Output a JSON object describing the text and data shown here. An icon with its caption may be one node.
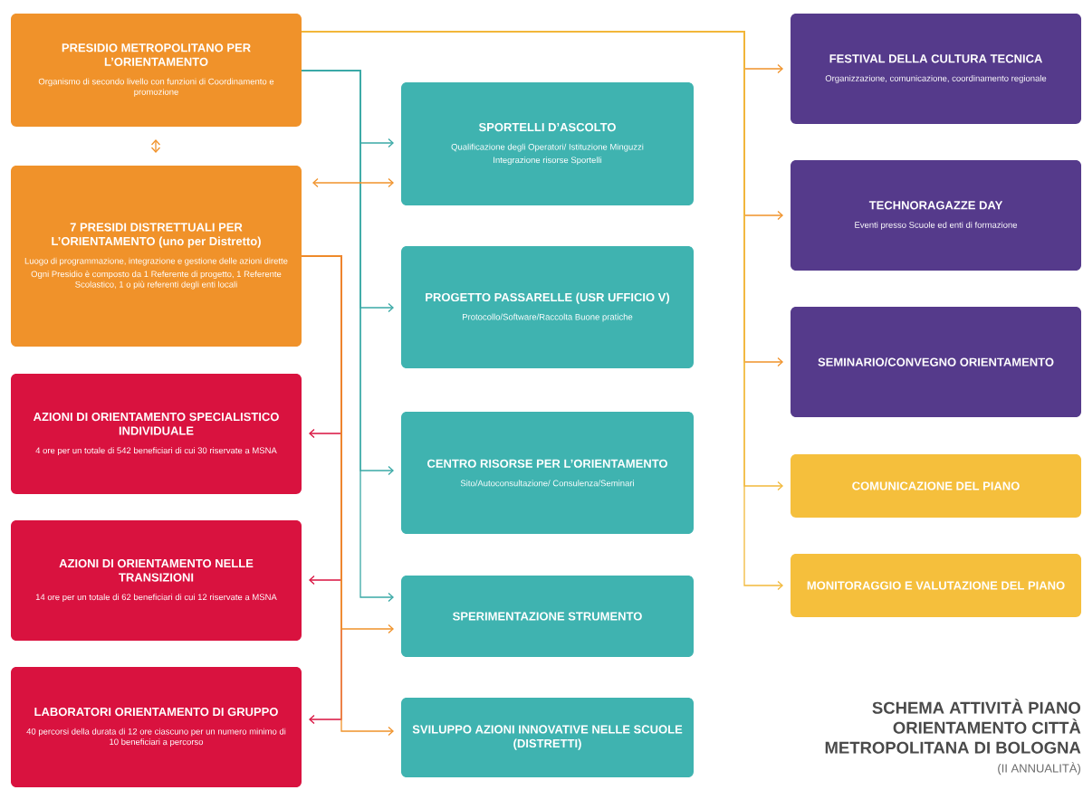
{
  "diagram": {
    "title": "SCHEMA ATTIVITÀ PIANO ORIENTAMENTO CITTÀ METROPOLITANA DI BOLOGNA",
    "nodes": [
      {
        "text": [
          "PRESIDIO METROPOLITANO PER L’ORIENTAMENTO",
          "Organismo di secondo livello con funzioni di Coordinamento e promozione"
        ]
      },
      {
        "text": [
          "7 PRESIDI DISTRETTUALI PER L’ORIENTAMENTO (uno per Distretto)",
          "Luogo di programmazione, integrazione e gestione delle azioni dirette",
          "Ogni Presidio è composto da 1 Referente di progetto, 1 Referente Scolastico, 1 o più referenti degli enti locali"
        ]
      },
      {
        "text": [
          "AZIONI DI ORIENTAMENTO SPECIALISTICO INDIVIDUALE",
          "4 ore per un totale di 542 beneficiari di cui 30 riservate a MSNA"
        ]
      },
      {
        "text": [
          "AZIONI DI ORIENTAMENTO NELLE TRANSIZIONI",
          "14 ore per un totale di 62 beneficiari di cui 12 riservate a MSNA"
        ]
      },
      {
        "text": [
          "LABORATORI ORIENTAMENTO DI GRUPPO",
          "40 percorsi della durata di 12 ore ciascuno per un numero minimo di 10 beneficiari a percorso"
        ]
      },
      {
        "text": [
          "SPORTELLI D’ASCOLTO",
          "Qualificazione degli Operatori/ Istituzione Minguzzi",
          "Integrazione risorse Sportelli"
        ]
      },
      {
        "text": [
          "PROGETTO PASSARELLE (USR UFFICIO V)",
          "Protocollo/Software/Raccolta Buone pratiche"
        ]
      },
      {
        "text": [
          "CENTRO RISORSE PER L’ORIENTAMENTO",
          "Sito/Autoconsultazione/ Consulenza/Seminari"
        ]
      },
      {
        "text": [
          "SPERIMENTAZIONE STRUMENTO"
        ]
      },
      {
        "text": [
          "SVILUPPO AZIONI INNOVATIVE NELLE SCUOLE (DISTRETTI)"
        ]
      },
      {
        "text": [
          "FESTIVAL DELLA CULTURA TECNICA",
          "Organizzazione, comunicazione, coordinamento regionale"
        ]
      },
      {
        "text": [
          "TECHNORAGAZZE DAY",
          "Eventi presso Scuole ed enti di formazione"
        ]
      },
      {
        "text": [
          "SEMINARIO/CONVEGNO ORIENTAMENTO"
        ]
      },
      {
        "text": [
          "COMUNICAZIONE DEL PIANO"
        ]
      },
      {
        "text": [
          "MONITORAGGIO E VALUTAZIONE DEL PIANO"
        ]
      }
    ],
    "edges": [
      {
        "from": 0,
        "to": 1,
        "arrow": "both"
      },
      {
        "from": 0,
        "to": 10,
        "arrow": "to"
      },
      {
        "from": 0,
        "to": 11,
        "arrow": "to"
      },
      {
        "from": 0,
        "to": 12,
        "arrow": "to"
      },
      {
        "from": 0,
        "to": 13,
        "arrow": "to",
        "color": "#f2b93b"
      },
      {
        "from": 0,
        "to": 14,
        "arrow": "to",
        "color": "#f2b93b"
      },
      {
        "from": 0,
        "to": 5,
        "arrow": "to",
        "color": "#3aa9a6"
      },
      {
        "from": 0,
        "to": 6,
        "arrow": "to",
        "color": "#3aa9a6"
      },
      {
        "from": 0,
        "to": 7,
        "arrow": "to",
        "color": "#3aa9a6"
      },
      {
        "from": 0,
        "to": 8,
        "arrow": "to",
        "color": "#3aa9a6"
      },
      {
        "from": 1,
        "to": 5,
        "arrow": "both"
      },
      {
        "from": 1,
        "to": 2,
        "arrow": "to",
        "color": "#d9123f"
      },
      {
        "from": 1,
        "to": 3,
        "arrow": "to",
        "color": "#d9123f"
      },
      {
        "from": 1,
        "to": 4,
        "arrow": "to",
        "color": "#d9123f"
      },
      {
        "from": 1,
        "to": 8,
        "arrow": "to"
      },
      {
        "from": 1,
        "to": 9,
        "arrow": "to"
      }
    ],
    "labels": [
      "(II ANNUALITÀ)"
    ]
  }
}
